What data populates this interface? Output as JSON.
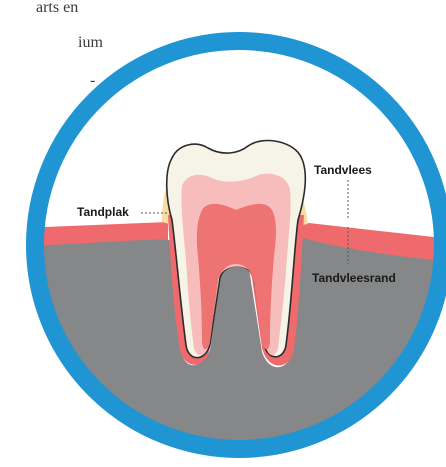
{
  "background_text": {
    "line1": "arts en",
    "line2": "ium",
    "line3": "-"
  },
  "labels": {
    "tandplak": "Tandplak",
    "tandvlees": "Tandvlees",
    "tandvleesrand": "Tandvleesrand"
  },
  "colors": {
    "ring": "#1f95d3",
    "gum": "#ef6a6d",
    "bone": "#868788",
    "enamel": "#f6f4e6",
    "dentin": "#f7bcbc",
    "pulp": "#ee7373",
    "plaque": "#f7dca0"
  }
}
